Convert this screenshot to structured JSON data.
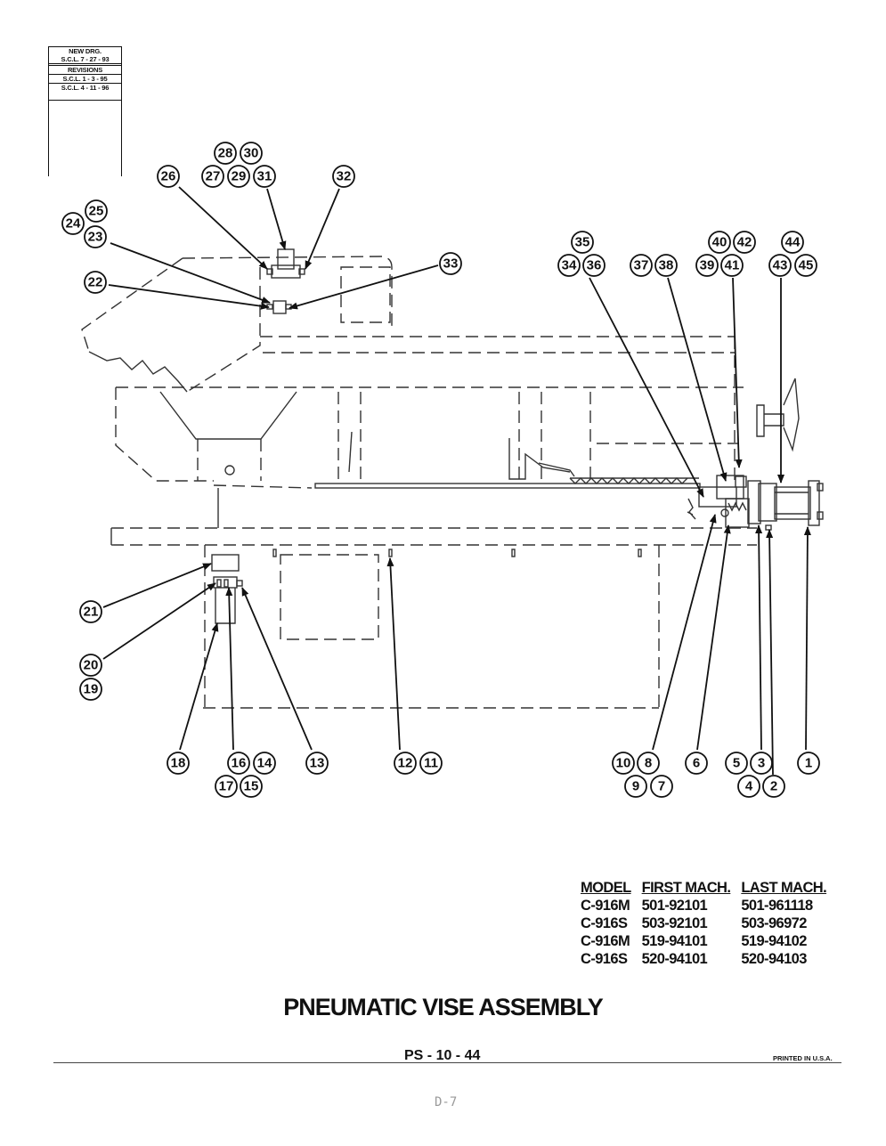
{
  "revision_block": {
    "new_drg_label": "NEW DRG.",
    "new_drg_date": "S.C.L. 7 - 27 - 93",
    "revisions_label": "REVISIONS",
    "revision_1": "S.C.L. 1 - 3 - 95",
    "revision_2": "S.C.L. 4 - 11 - 96"
  },
  "callouts": [
    "1",
    "2",
    "3",
    "4",
    "5",
    "6",
    "7",
    "8",
    "9",
    "10",
    "11",
    "12",
    "13",
    "14",
    "15",
    "16",
    "17",
    "18",
    "19",
    "20",
    "21",
    "22",
    "23",
    "24",
    "25",
    "26",
    "27",
    "28",
    "29",
    "30",
    "31",
    "32",
    "33",
    "34",
    "35",
    "36",
    "37",
    "38",
    "39",
    "40",
    "41",
    "42",
    "43",
    "44",
    "45"
  ],
  "models_table": {
    "headers": [
      "MODEL",
      "FIRST MACH.",
      "LAST MACH."
    ],
    "rows": [
      [
        "C-916M",
        "501-92101",
        "501-961118"
      ],
      [
        "C-916S",
        "503-92101",
        "503-96972"
      ],
      [
        "C-916M",
        "519-94101",
        "519-94102"
      ],
      [
        "C-916S",
        "520-94101",
        "520-94103"
      ]
    ]
  },
  "title": "PNEUMATIC VISE ASSEMBLY",
  "page_number": "PS - 10 - 44",
  "printed_note": "PRINTED IN U.S.A.",
  "document_page": "D-7"
}
